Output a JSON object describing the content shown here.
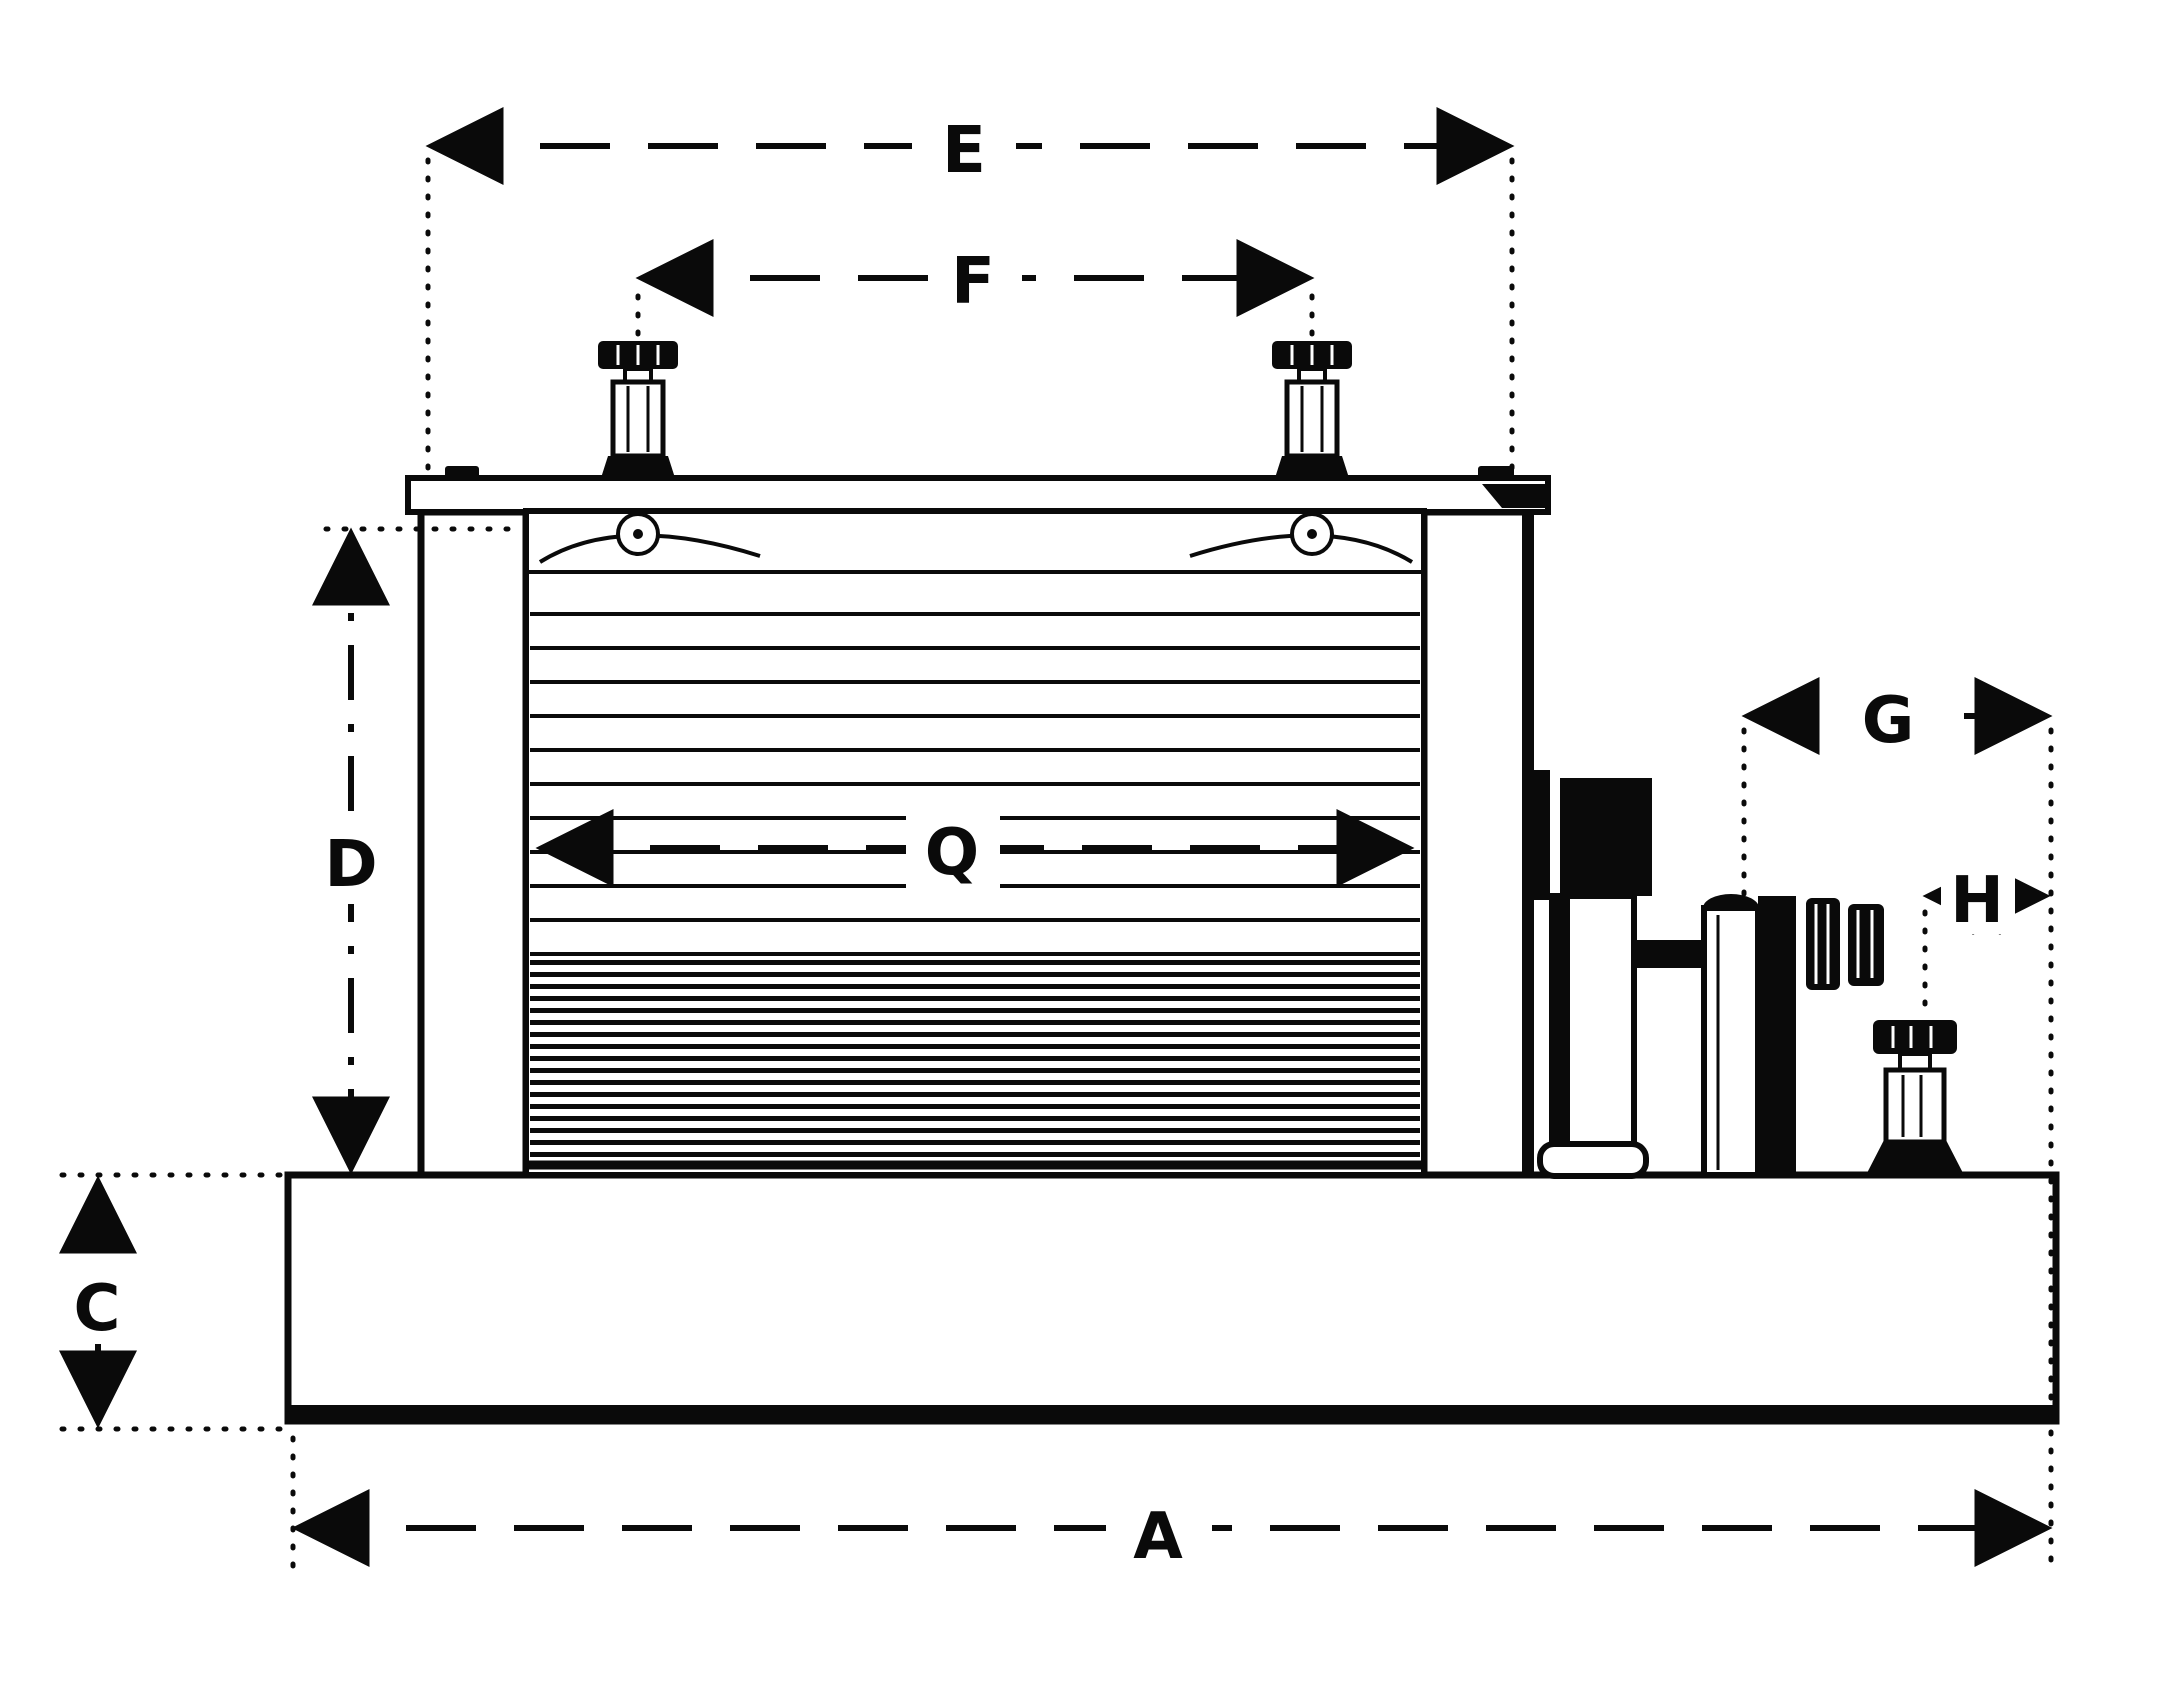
{
  "figure": {
    "kind": "technical-line-drawing",
    "subject": "Side elevation of an induction coil apparatus on a base with dimension callouts",
    "ink_color": "#0a0a0a",
    "background_color": "#ffffff"
  },
  "dimension_labels": {
    "E": "E",
    "F": "F",
    "D": "D",
    "Q": "Q",
    "G": "G",
    "H": "H",
    "C": "C",
    "A": "A"
  }
}
